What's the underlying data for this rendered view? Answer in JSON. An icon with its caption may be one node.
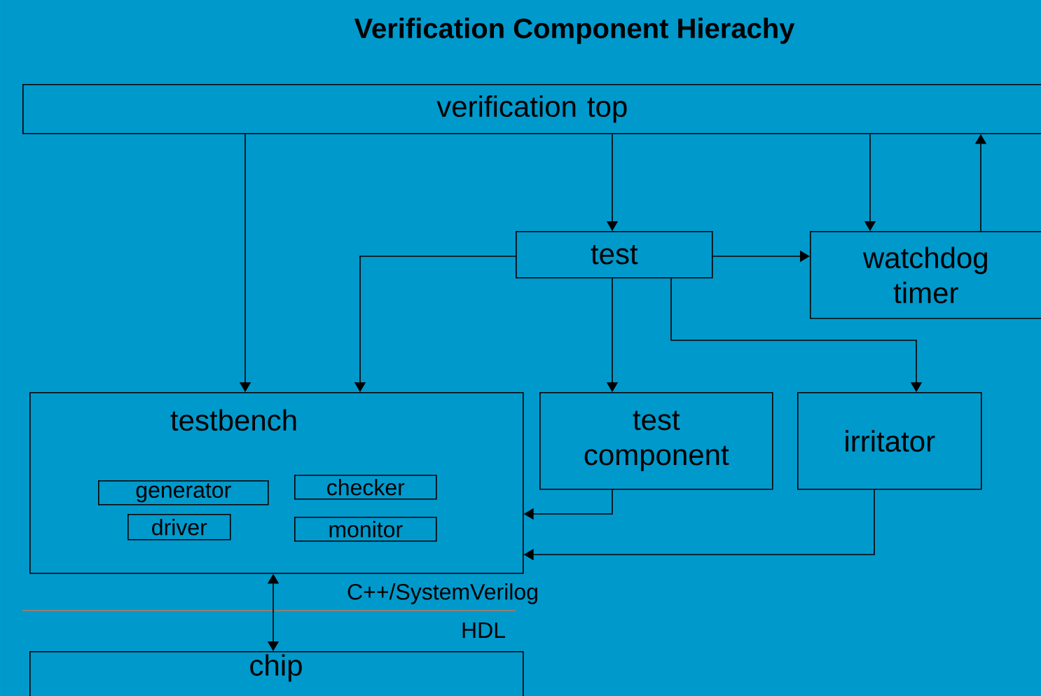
{
  "diagram": {
    "title": "Verification Component Hierachy",
    "nodes": [
      {
        "text": [
          "verification top"
        ]
      },
      {
        "text": [
          "test"
        ]
      },
      {
        "text": [
          "watchdog timer"
        ]
      },
      {
        "text": [
          "testbench"
        ]
      },
      {
        "text": [
          "generator"
        ],
        "in": 3
      },
      {
        "text": [
          "checker"
        ],
        "in": 3
      },
      {
        "text": [
          "driver"
        ],
        "in": 3
      },
      {
        "text": [
          "monitor"
        ],
        "in": 3
      },
      {
        "text": [
          "test component"
        ]
      },
      {
        "text": [
          "irritator"
        ]
      },
      {
        "text": [
          "chip"
        ]
      }
    ],
    "edges": [
      {
        "from": 0,
        "to": 3,
        "arrow": "to"
      },
      {
        "from": 0,
        "to": 1,
        "arrow": "to"
      },
      {
        "from": 0,
        "to": 2,
        "arrow": "to"
      },
      {
        "from": 2,
        "to": 0,
        "arrow": "to"
      },
      {
        "from": 1,
        "to": 3,
        "arrow": "to"
      },
      {
        "from": 1,
        "to": 2,
        "arrow": "to"
      },
      {
        "from": 1,
        "to": 8,
        "arrow": "to"
      },
      {
        "from": 1,
        "to": 9,
        "arrow": "to"
      },
      {
        "from": 8,
        "to": 3,
        "arrow": "to"
      },
      {
        "from": 9,
        "to": 3,
        "arrow": "to"
      },
      {
        "from": 3,
        "to": 10,
        "arrow": "both"
      }
    ],
    "labels": [
      "C++/SystemVerilog",
      "HDL"
    ]
  }
}
